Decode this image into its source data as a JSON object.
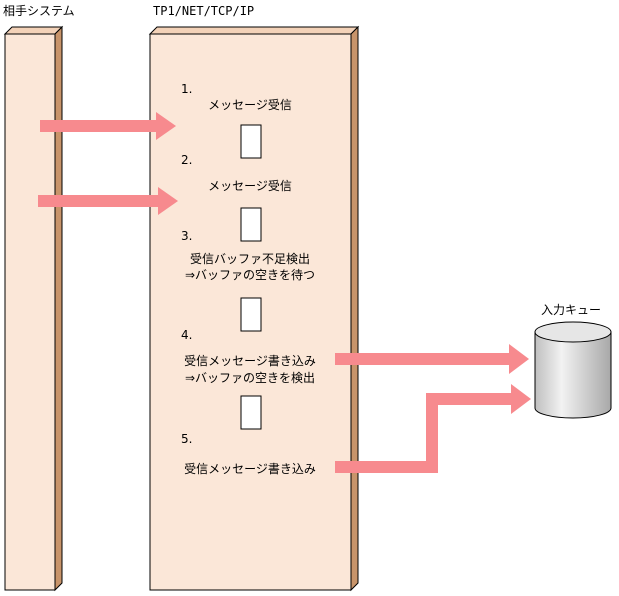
{
  "labels": {
    "partner_system": "相手システム",
    "tp1_net": "TP1/NET/TCP/IP",
    "input_queue": "入力キュー"
  },
  "steps": [
    {
      "num": "1.",
      "lines": [
        "メッセージ受信"
      ]
    },
    {
      "num": "2.",
      "lines": [
        "メッセージ受信"
      ]
    },
    {
      "num": "3.",
      "lines": [
        "受信バッファ不足検出",
        "⇒バッファの空きを待つ"
      ]
    },
    {
      "num": "4.",
      "lines": [
        "受信メッセージ書き込み",
        "⇒バッファの空きを検出"
      ]
    },
    {
      "num": "5.",
      "lines": [
        "受信メッセージ書き込み"
      ]
    }
  ],
  "colors": {
    "bar_fill": "#fbe7d8",
    "bar_side": "#c8946a",
    "arrow": "#f78a8e",
    "cylinder": "#d9d9d9"
  }
}
